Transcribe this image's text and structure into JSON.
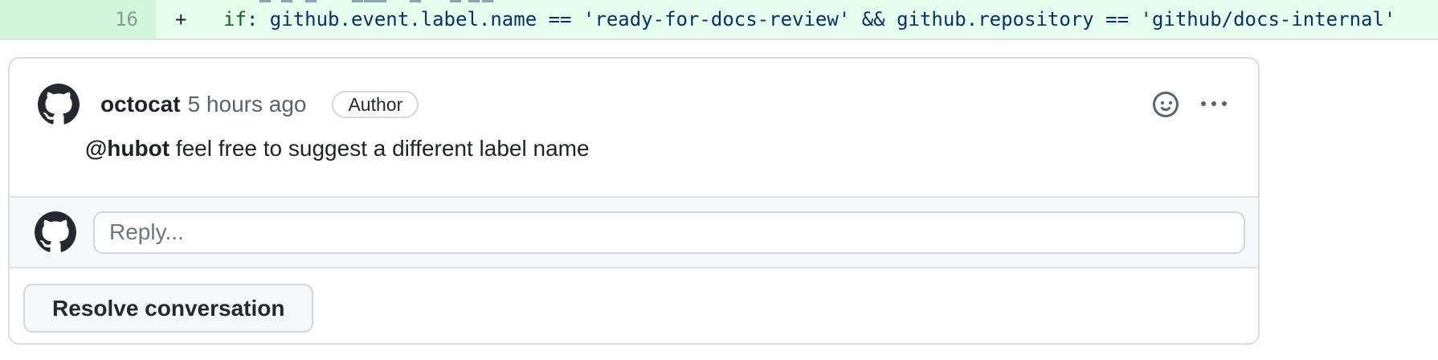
{
  "diff_line": {
    "line_number": "16",
    "change_marker": "+",
    "code_keyword": "if",
    "code_rest": ": github.event.label.name == 'ready-for-docs-review' && github.repository == 'github/docs-internal'"
  },
  "comment": {
    "author": "octocat",
    "timestamp": "5 hours ago",
    "author_badge": "Author",
    "body_mention": "@hubot",
    "body_text": " feel free to suggest a different label name"
  },
  "reply": {
    "placeholder": "Reply..."
  },
  "footer": {
    "resolve_button": "Resolve conversation"
  },
  "colors": {
    "diff_addition_bg": "#e6ffec",
    "diff_gutter_bg": "#d3f5dc",
    "code_text": "#0a3069",
    "code_keyword": "#116329",
    "card_border": "#d8dee4",
    "muted_text": "#59636e",
    "reply_section_bg": "#f6f8fa",
    "button_bg": "#f6f8fa"
  }
}
